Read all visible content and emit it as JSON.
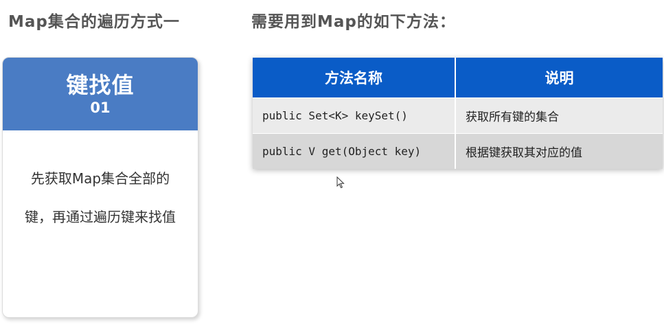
{
  "headings": {
    "left": "Map集合的遍历方式一",
    "right": "需要用到Map的如下方法："
  },
  "card": {
    "title": "键找值",
    "number": "01",
    "description_line1": "先获取Map集合全部的",
    "description_line2": "键，再通过遍历键来找值"
  },
  "table": {
    "headers": [
      "方法名称",
      "说明"
    ],
    "rows": [
      {
        "method": "public Set<K> keySet()",
        "desc": "获取所有键的集合"
      },
      {
        "method": "public V get(Object key)",
        "desc": "根据键获取其对应的值"
      }
    ]
  },
  "colors": {
    "card_header": "#4a7cc4",
    "table_header": "#0a5cc7",
    "row_light": "#ebebeb",
    "row_dark": "#d7d7d7"
  },
  "icons": {
    "cursor": "mouse-pointer-icon"
  }
}
